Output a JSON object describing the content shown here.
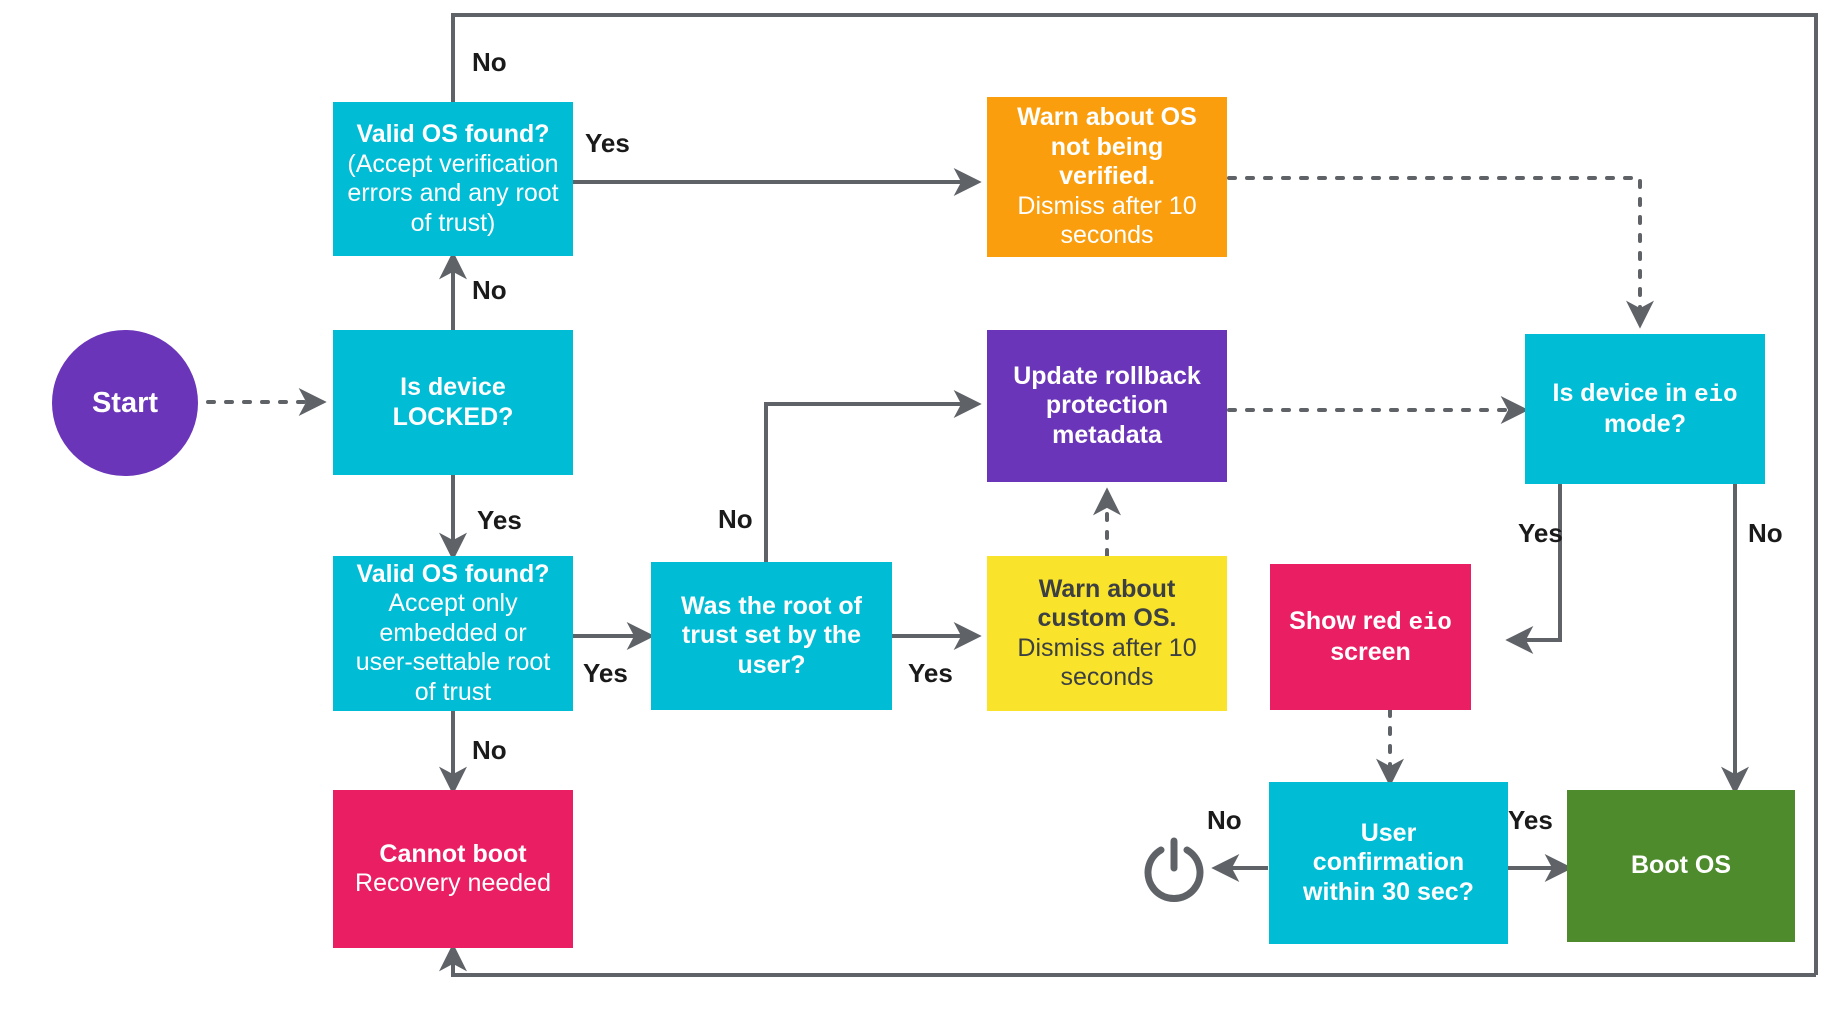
{
  "diagram": {
    "title": "Chrome OS verified boot decision flow",
    "type": "flowchart",
    "palette": {
      "cyan": "#00BCD4",
      "purple": "#6A35B8",
      "orange": "#FA9E0D",
      "yellow": "#F9E32B",
      "pink": "#EA1E63",
      "green": "#4E8B2C",
      "edge": "#5F6368",
      "label_text": "#1a1a1a",
      "dark_text": "#3c4043"
    },
    "nodes": [
      {
        "id": "start",
        "name": "start-node",
        "shape": "circle",
        "color": "#6A35B8",
        "text_color": "#ffffff",
        "lines": [
          {
            "text": "Start",
            "weight": "bold"
          }
        ]
      },
      {
        "id": "valid-os-unlocked",
        "name": "valid-os-found-unlocked-node",
        "shape": "rect",
        "color": "#00BCD4",
        "text_color": "#ffffff",
        "lines": [
          {
            "text": "Valid OS found?",
            "weight": "bold"
          },
          {
            "text": "(Accept verification",
            "weight": "normal"
          },
          {
            "text": "errors and any root",
            "weight": "normal"
          },
          {
            "text": "of trust)",
            "weight": "normal"
          }
        ]
      },
      {
        "id": "is-device-locked",
        "name": "is-device-locked-node",
        "shape": "rect",
        "color": "#00BCD4",
        "text_color": "#ffffff",
        "lines": [
          {
            "text": "Is device",
            "weight": "bold"
          },
          {
            "text": "LOCKED?",
            "weight": "bold"
          }
        ]
      },
      {
        "id": "valid-os-locked",
        "name": "valid-os-found-locked-node",
        "shape": "rect",
        "color": "#00BCD4",
        "text_color": "#ffffff",
        "lines": [
          {
            "text": "Valid OS found?",
            "weight": "bold"
          },
          {
            "text": "Accept only",
            "weight": "normal"
          },
          {
            "text": "embedded or",
            "weight": "normal"
          },
          {
            "text": "user-settable root",
            "weight": "normal"
          },
          {
            "text": "of trust",
            "weight": "normal"
          }
        ]
      },
      {
        "id": "cannot-boot",
        "name": "cannot-boot-node",
        "shape": "rect",
        "color": "#EA1E63",
        "text_color": "#ffffff",
        "lines": [
          {
            "text": "Cannot boot",
            "weight": "bold"
          },
          {
            "text": "Recovery needed",
            "weight": "normal"
          }
        ]
      },
      {
        "id": "root-of-trust-user",
        "name": "root-of-trust-set-by-user-node",
        "shape": "rect",
        "color": "#00BCD4",
        "text_color": "#ffffff",
        "lines": [
          {
            "text": "Was the root of",
            "weight": "bold"
          },
          {
            "text": "trust set by the",
            "weight": "bold"
          },
          {
            "text": "user?",
            "weight": "bold"
          }
        ]
      },
      {
        "id": "warn-os-not-verified",
        "name": "warn-os-not-verified-node",
        "shape": "rect",
        "color": "#FA9E0D",
        "text_color": "#ffffff",
        "lines": [
          {
            "text": "Warn about OS",
            "weight": "bold"
          },
          {
            "text": "not being",
            "weight": "bold"
          },
          {
            "text": "verified.",
            "weight": "bold"
          },
          {
            "text": "Dismiss after 10",
            "weight": "normal"
          },
          {
            "text": "seconds",
            "weight": "normal"
          }
        ]
      },
      {
        "id": "warn-custom-os",
        "name": "warn-custom-os-node",
        "shape": "rect",
        "color": "#F9E32B",
        "text_color": "#3c4043",
        "lines": [
          {
            "text": "Warn about",
            "weight": "bold"
          },
          {
            "text": "custom OS.",
            "weight": "bold"
          },
          {
            "text": "Dismiss after 10",
            "weight": "normal"
          },
          {
            "text": "seconds",
            "weight": "normal"
          }
        ]
      },
      {
        "id": "update-rollback",
        "name": "update-rollback-protection-metadata-node",
        "shape": "rect",
        "color": "#6A35B8",
        "text_color": "#ffffff",
        "lines": [
          {
            "text": "Update rollback",
            "weight": "bold"
          },
          {
            "text": "protection",
            "weight": "bold"
          },
          {
            "text": "metadata",
            "weight": "bold"
          }
        ]
      },
      {
        "id": "is-device-eio",
        "name": "is-device-in-eio-mode-node",
        "shape": "rect",
        "color": "#00BCD4",
        "text_color": "#ffffff",
        "lines": [
          {
            "text": "Is device in ",
            "weight": "bold",
            "suffix_mono": "eio"
          },
          {
            "text": "mode?",
            "weight": "bold"
          }
        ]
      },
      {
        "id": "show-red-eio",
        "name": "show-red-eio-screen-node",
        "shape": "rect",
        "color": "#EA1E63",
        "text_color": "#ffffff",
        "lines": [
          {
            "text": "Show red ",
            "weight": "bold",
            "suffix_mono": "eio"
          },
          {
            "text": "screen",
            "weight": "bold"
          }
        ]
      },
      {
        "id": "user-confirmation",
        "name": "user-confirmation-node",
        "shape": "rect",
        "color": "#00BCD4",
        "text_color": "#ffffff",
        "lines": [
          {
            "text": "User",
            "weight": "bold"
          },
          {
            "text": "confirmation",
            "weight": "bold"
          },
          {
            "text": "within 30 sec?",
            "weight": "bold"
          }
        ]
      },
      {
        "id": "boot-os",
        "name": "boot-os-node",
        "shape": "rect",
        "color": "#4E8B2C",
        "text_color": "#ffffff",
        "lines": [
          {
            "text": "Boot OS",
            "weight": "bold"
          }
        ]
      },
      {
        "id": "power-off",
        "name": "power-off-icon",
        "shape": "icon",
        "color": "#5F6368",
        "lines": []
      }
    ],
    "edge_labels": [
      {
        "id": "lbl-top-no",
        "name": "edge-label-no-loop-top",
        "text": "No"
      },
      {
        "id": "lbl-yes-warn",
        "name": "edge-label-yes-to-warn-os",
        "text": "Yes"
      },
      {
        "id": "lbl-no-up",
        "name": "edge-label-no-locked-to-valid-os",
        "text": "No"
      },
      {
        "id": "lbl-yes-down",
        "name": "edge-label-yes-locked-to-valid-os",
        "text": "Yes"
      },
      {
        "id": "lbl-no-cannot-boot",
        "name": "edge-label-no-to-cannot-boot",
        "text": "No"
      },
      {
        "id": "lbl-yes-root",
        "name": "edge-label-yes-to-root-of-trust",
        "text": "Yes"
      },
      {
        "id": "lbl-no-rollback",
        "name": "edge-label-no-to-update-rollback",
        "text": "No"
      },
      {
        "id": "lbl-yes-custom",
        "name": "edge-label-yes-to-warn-custom-os",
        "text": "Yes"
      },
      {
        "id": "lbl-yes-eio",
        "name": "edge-label-yes-to-show-red-eio",
        "text": "Yes"
      },
      {
        "id": "lbl-no-eio",
        "name": "edge-label-no-eio-to-boot-os",
        "text": "No"
      },
      {
        "id": "lbl-no-power",
        "name": "edge-label-no-to-power-off",
        "text": "No"
      },
      {
        "id": "lbl-yes-boot",
        "name": "edge-label-yes-to-boot-os",
        "text": "Yes"
      }
    ]
  }
}
